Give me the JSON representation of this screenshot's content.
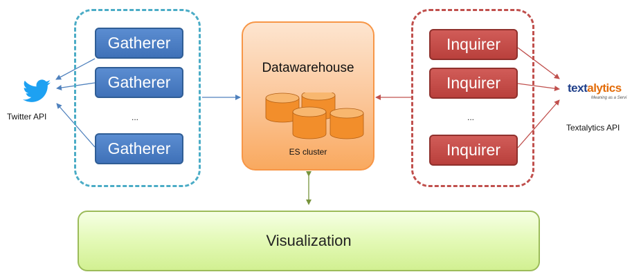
{
  "gatherers": {
    "labels": [
      "Gatherer",
      "Gatherer",
      "Gatherer"
    ],
    "ellipsis": "..."
  },
  "inquirers": {
    "labels": [
      "Inquirer",
      "Inquirer",
      "Inquirer"
    ],
    "ellipsis": "..."
  },
  "datawarehouse": {
    "title": "Datawarehouse",
    "subtitle": "ES cluster"
  },
  "visualization": {
    "label": "Visualization"
  },
  "twitter": {
    "label": "Twitter API",
    "icon": "twitter-bird-icon",
    "color": "#1da1f2"
  },
  "textalytics": {
    "label": "Textalytics API",
    "logo_text_main": "text",
    "logo_text_accent": "alytics",
    "tagline": "Meaning as a Servi"
  },
  "colors": {
    "gatherer": "#4f81bd",
    "inquirer": "#c0504d",
    "datawarehouse": "#f79646",
    "visualization": "#9bbb59",
    "gatherer_group_border": "#4bacc6",
    "inquirer_group_border": "#c0504d"
  }
}
